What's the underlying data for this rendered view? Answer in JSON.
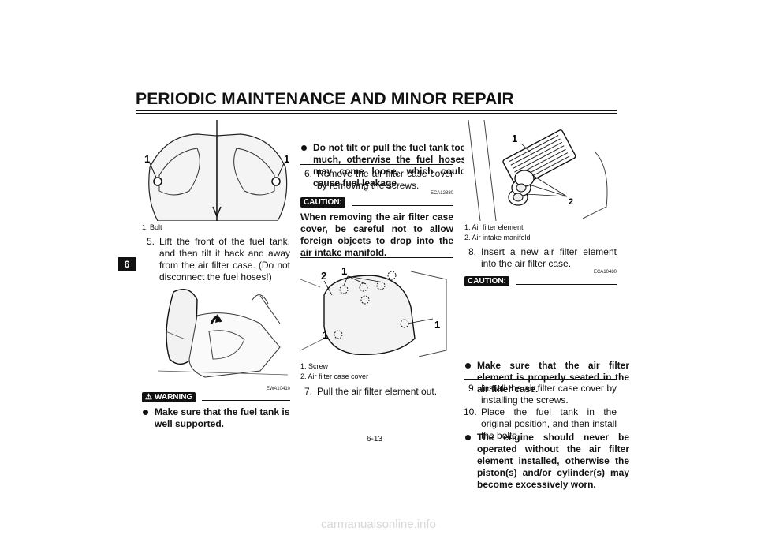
{
  "header": {
    "title": "PERIODIC MAINTENANCE AND MINOR REPAIR"
  },
  "chapter_tab": "6",
  "col1": {
    "figure1": {
      "callouts": [
        "1",
        "1"
      ]
    },
    "caption1": "1.  Bolt",
    "step5": {
      "num": "5.",
      "text": "Lift the front of the fuel tank, and then tilt it back and away from the air filter case. (Do not disconnect the fuel hoses!)"
    },
    "figure2": {
      "callouts": []
    },
    "warning_code": "EWA10410",
    "warning_label": "WARNING",
    "warning_bullet": "Make sure that the fuel tank is well supported."
  },
  "col2": {
    "bullet_top": "Do not tilt or pull the fuel tank too much, otherwise the fuel hoses may come loose, which could cause fuel leakage.",
    "step6": {
      "num": "6.",
      "text": "Remove the air filter case cover by removing the screws."
    },
    "caution_code": "ECA12880",
    "caution_label": "CAUTION:",
    "caution_text": "When removing the air filter case cover, be careful not to allow foreign objects to drop into the air intake manifold.",
    "figure3": {
      "callouts": [
        "2",
        "1",
        "1",
        "1"
      ]
    },
    "caption_lines": [
      "1.  Screw",
      "2.  Air filter case cover"
    ],
    "step7": {
      "num": "7.",
      "text": "Pull the air filter element out."
    }
  },
  "col3": {
    "figure4": {
      "callouts": [
        "1",
        "2"
      ]
    },
    "caption_lines": [
      "1.  Air filter element",
      "2.  Air intake manifold"
    ],
    "step8": {
      "num": "8.",
      "text": "Insert a new air filter element into the air filter case."
    },
    "caution_code": "ECA10480",
    "caution_label": "CAUTION:",
    "bullets": [
      "Make sure that the air filter element is properly seated in the air filter case.",
      "The engine should never be operated without the air filter element installed, otherwise the piston(s) and/or cylinder(s) may become excessively worn."
    ],
    "step9": {
      "num": "9.",
      "text": "Install the air filter case cover by installing the screws."
    },
    "step10": {
      "num": "10.",
      "text": "Place the fuel tank in the original position, and then install the bolts."
    }
  },
  "page_number": "6-13",
  "watermark": "carmanualsonline.info"
}
